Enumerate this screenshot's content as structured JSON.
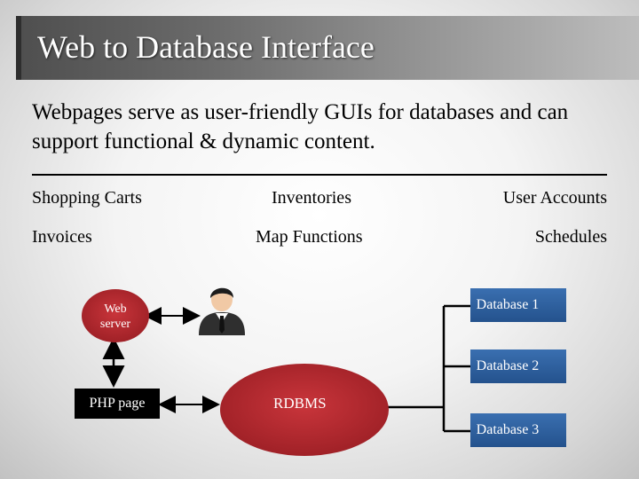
{
  "slide": {
    "title": "Web to Database Interface",
    "lead": "Webpages serve as user-friendly GUIs for databases and can support functional & dynamic content."
  },
  "examples": [
    "Shopping Carts",
    "Inventories",
    "User Accounts",
    "Invoices",
    "Map Functions",
    "Schedules"
  ],
  "diagram": {
    "web_server_label": "Web\nserver",
    "user_icon": "user-avatar-icon",
    "php_label": "PHP page",
    "rdbms_label": "RDBMS",
    "databases": [
      "Database 1",
      "Database 2",
      "Database 3"
    ],
    "colors": {
      "node_red": "#b0232a",
      "database_blue": "#2e5f9f",
      "php_black": "#000000"
    }
  }
}
